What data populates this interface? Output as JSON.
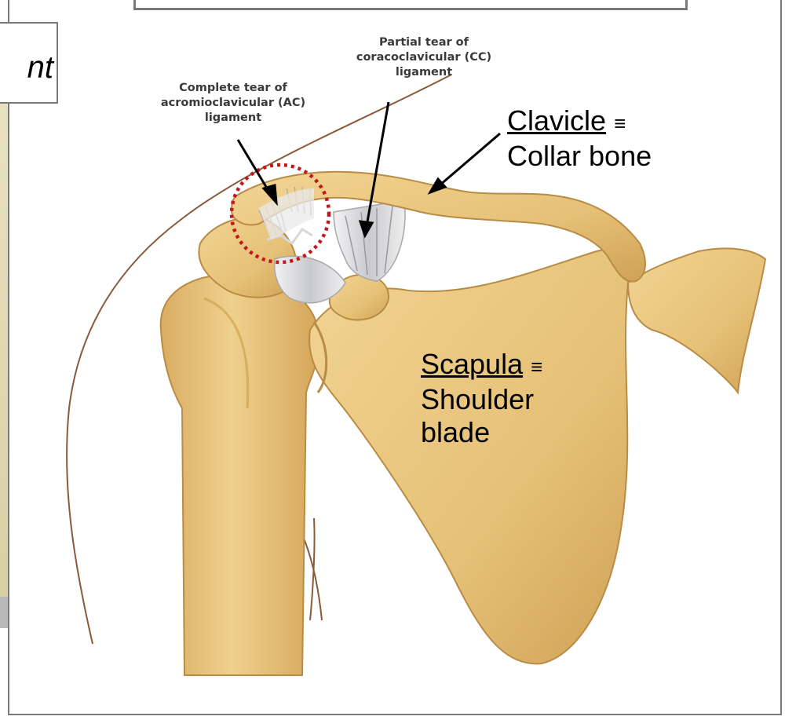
{
  "slide": {
    "title_fragment": "nt"
  },
  "annotations": {
    "ac_tear": {
      "line1": "Complete tear of",
      "line2": "acromioclavicular (AC)",
      "line3": "ligament"
    },
    "cc_tear": {
      "line1": "Partial tear of",
      "line2": "coracoclavicular (CC)",
      "line3": "ligament"
    }
  },
  "labels": {
    "clavicle": {
      "term": "Clavicle",
      "symbol": "≡",
      "synonym": "Collar bone"
    },
    "scapula": {
      "term": "Scapula",
      "symbol": "≡",
      "synonym_line1": "Shoulder",
      "synonym_line2": "blade"
    }
  },
  "colors": {
    "bone": "#e6c177",
    "bone_shadow": "#c99c45",
    "ligament": "#d8d8da",
    "highlight_circle": "#c0181f",
    "skin_outline": "#8a5a3a"
  }
}
